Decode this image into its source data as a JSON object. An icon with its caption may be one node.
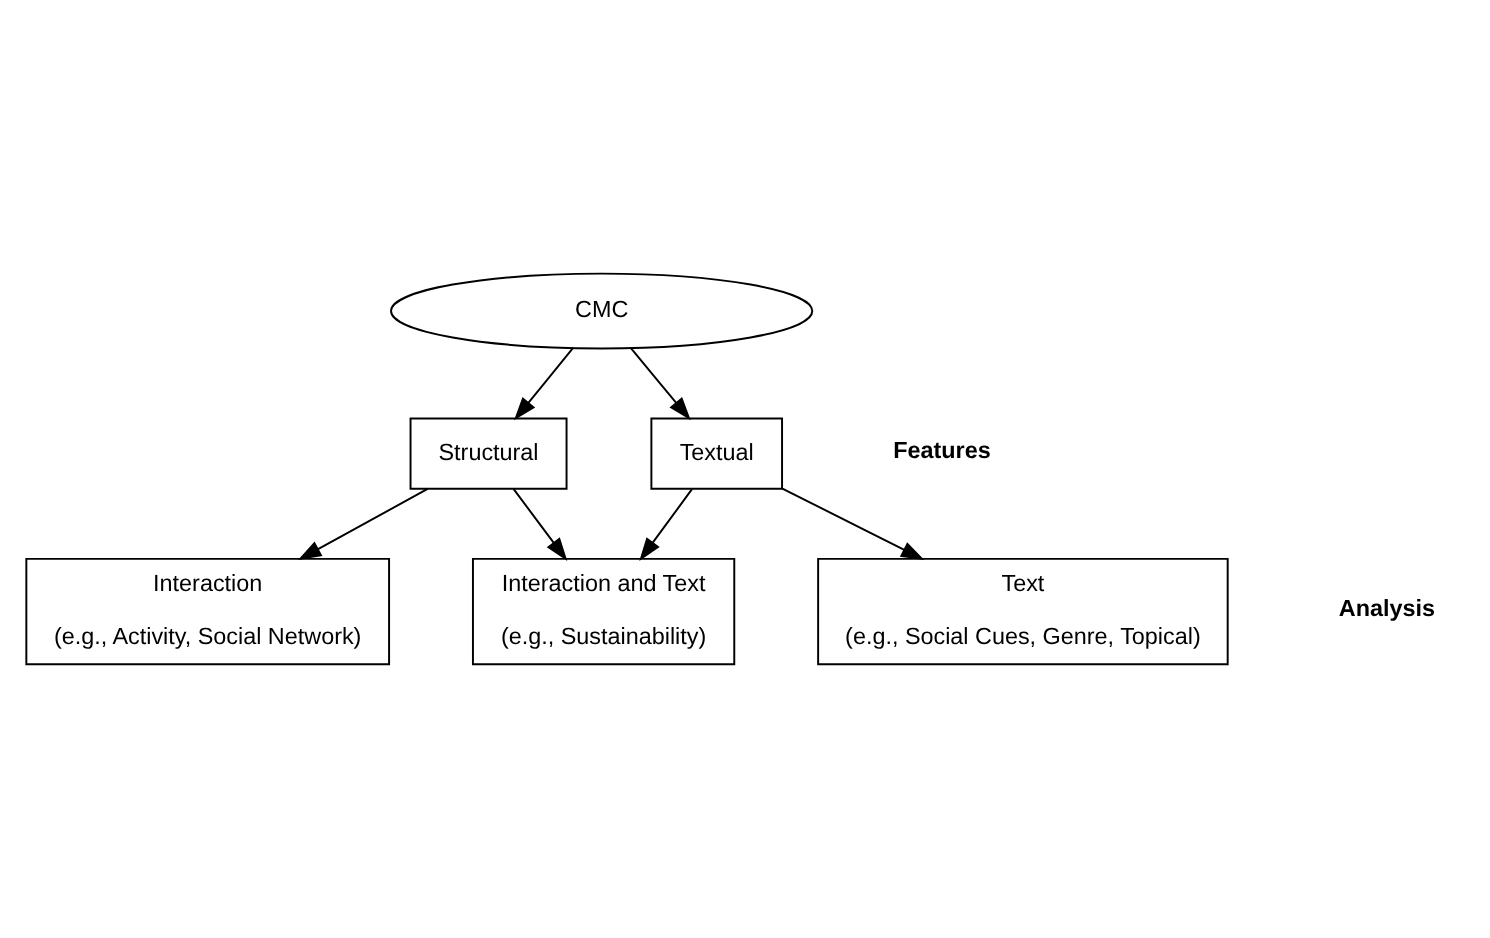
{
  "diagram": {
    "nodes": [
      {
        "text": [
          "CMC"
        ]
      },
      {
        "text": [
          "Structural"
        ]
      },
      {
        "text": [
          "Textual"
        ]
      },
      {
        "text": [
          "Interaction",
          "(e.g., Activity, Social Network)"
        ]
      },
      {
        "text": [
          "Text",
          "(e.g., Social Cues, Genre, Topical)"
        ]
      },
      {
        "text": [
          "Interaction and Text",
          "(e.g., Sustainability)"
        ]
      }
    ],
    "edges": [
      {
        "from": 0,
        "to": 1,
        "arrow": "to"
      },
      {
        "from": 0,
        "to": 2,
        "arrow": "to"
      },
      {
        "from": 1,
        "to": 3,
        "arrow": "to"
      },
      {
        "from": 1,
        "to": 5,
        "arrow": "to"
      },
      {
        "from": 2,
        "to": 5,
        "arrow": "to"
      },
      {
        "from": 2,
        "to": 4,
        "arrow": "to"
      }
    ],
    "labels": [
      "Features",
      "Analysis"
    ]
  }
}
